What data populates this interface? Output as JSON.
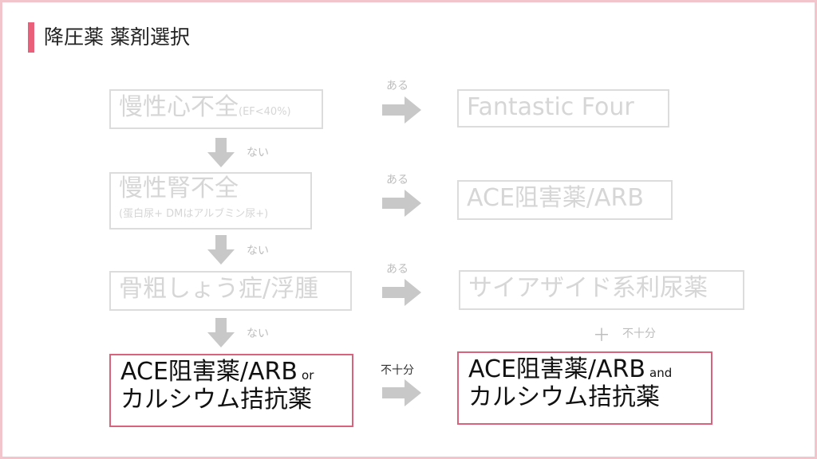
{
  "title": "降圧薬 薬剤選択",
  "left": {
    "row1": {
      "main": "慢性心不全",
      "sub": "(EF<40%)"
    },
    "row2": {
      "main": "慢性腎不全",
      "sub": "(蛋白尿+ DMはアルブミン尿+)"
    },
    "row3": {
      "main": "骨粗しょう症/浮腫"
    },
    "row4": {
      "line1": "ACE阻害薬/ARB",
      "conj": "or",
      "line2": "カルシウム拮抗薬"
    }
  },
  "right": {
    "row1": "Fantastic Four",
    "row2": "ACE阻害薬/ARB",
    "row3": "サイアザイド系利尿薬",
    "row4": {
      "line1": "ACE阻害薬/ARB",
      "conj": "and",
      "line2": "カルシウム拮抗薬"
    }
  },
  "labels": {
    "yes": "ある",
    "no": "ない",
    "insufficient": "不十分",
    "plus": "＋"
  },
  "colors": {
    "accent": "#e8607a",
    "active_border": "#d9637d",
    "inactive": "#d6d6d6"
  }
}
